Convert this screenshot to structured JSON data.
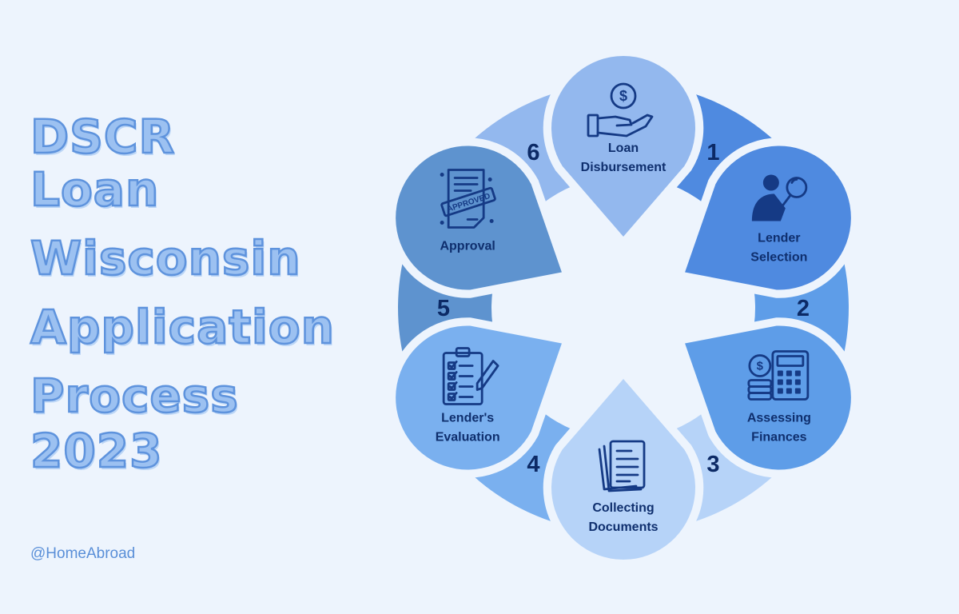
{
  "title": {
    "lines": [
      "DSCR",
      "Loan",
      "Wisconsin",
      "Application",
      "Process",
      "2023"
    ]
  },
  "handle": "@HomeAbroad",
  "steps": [
    {
      "number": "1",
      "label_lines": [
        "Lender",
        "Selection"
      ],
      "icon": "person-magnifier-icon",
      "color": "#4f8ae0"
    },
    {
      "number": "2",
      "label_lines": [
        "Assessing",
        "Finances"
      ],
      "icon": "calculator-coins-icon",
      "color": "#5e9de8"
    },
    {
      "number": "3",
      "label_lines": [
        "Collecting",
        "Documents"
      ],
      "icon": "documents-icon",
      "color": "#b6d3f8"
    },
    {
      "number": "4",
      "label_lines": [
        "Lender's",
        "Evaluation"
      ],
      "icon": "checklist-clipboard-icon",
      "color": "#7ab0ef"
    },
    {
      "number": "5",
      "label_lines": [
        "Approval"
      ],
      "icon": "approved-document-icon",
      "color": "#5e93cf"
    },
    {
      "number": "6",
      "label_lines": [
        "Loan",
        "Disbursement"
      ],
      "icon": "hand-dollar-icon",
      "color": "#93b8ee"
    }
  ],
  "icons": {
    "approved_stamp_text": "APPROVED",
    "dollar_sign": "$"
  }
}
